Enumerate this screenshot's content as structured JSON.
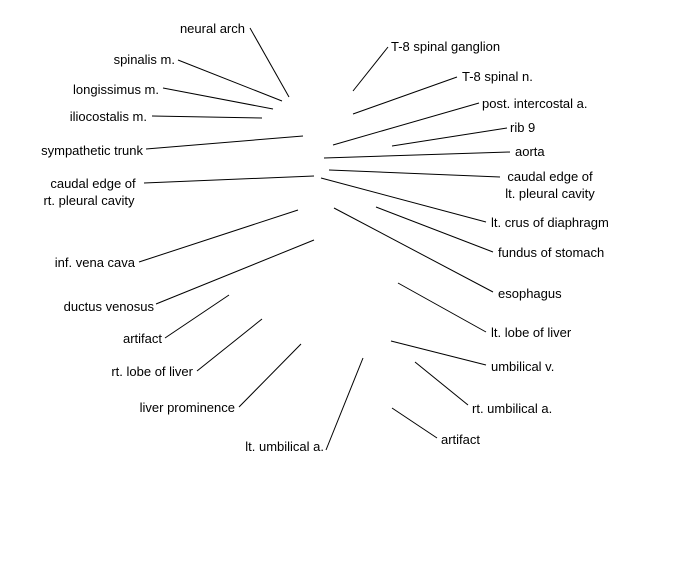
{
  "labels": {
    "neural_arch": "neural arch",
    "spinalis_m": "spinalis m.",
    "longissimus_m": "longissimus m.",
    "iliocostalis_m": "iliocostalis m.",
    "sympathetic_trunk": "sympathetic trunk",
    "caudal_edge_rt_line1": "caudal edge of",
    "caudal_edge_rt_line2": "rt. pleural cavity",
    "inf_vena_cava": "inf. vena cava",
    "ductus_venosus": "ductus venosus",
    "artifact_left": "artifact",
    "rt_lobe_of_liver": "rt. lobe of liver",
    "liver_prominence": "liver prominence",
    "lt_umbilical_a": "lt. umbilical a.",
    "t8_spinal_ganglion": "T-8 spinal ganglion",
    "t8_spinal_n": "T-8 spinal n.",
    "post_intercostal_a": "post. intercostal a.",
    "rib_9": "rib 9",
    "aorta": "aorta",
    "caudal_edge_lt_line1": "caudal edge of",
    "caudal_edge_lt_line2": "lt. pleural cavity",
    "lt_crus_of_diaphragm": "lt. crus of diaphragm",
    "fundus_of_stomach": "fundus of stomach",
    "esophagus": "esophagus",
    "lt_lobe_of_liver": "lt. lobe of liver",
    "umbilical_v": "umbilical v.",
    "rt_umbilical_a": "rt. umbilical a.",
    "artifact_right": "artifact"
  },
  "colors": {
    "text": "#000000",
    "leader_line": "#000000",
    "background": "#ffffff"
  }
}
